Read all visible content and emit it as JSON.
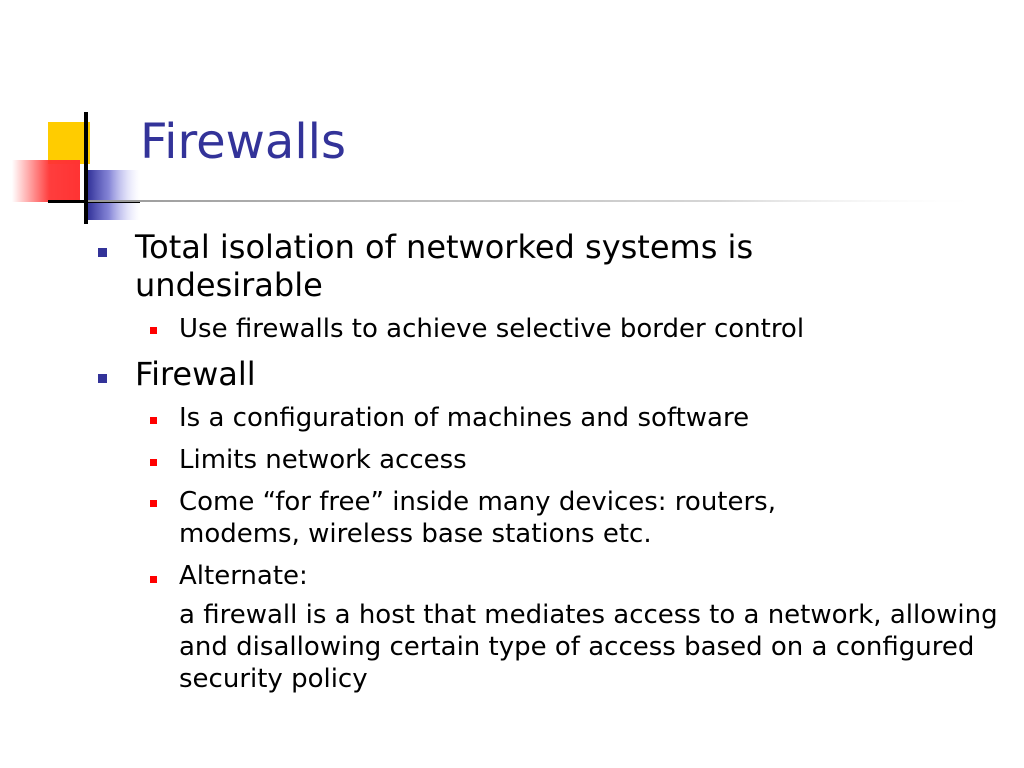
{
  "slide": {
    "title": "Firewalls",
    "colors": {
      "title": "#333399",
      "level1_bullet": "#333399",
      "level2_bullet": "#ff0000",
      "accent_yellow": "#ffcc00",
      "accent_red": "#ff3333",
      "accent_blue": "#333399"
    },
    "bullets": [
      {
        "text": "Total isolation of networked systems is undesirable",
        "children": [
          {
            "text": "Use firewalls to achieve selective border control"
          }
        ]
      },
      {
        "text": "Firewall",
        "children": [
          {
            "text": "Is a configuration of machines and software"
          },
          {
            "text": "Limits network access"
          },
          {
            "text": "Come “for free” inside many devices: routers, modems, wireless base stations etc."
          },
          {
            "text": "Alternate:"
          },
          {
            "text": "a firewall is a host that mediates access to a network, allowing and disallowing certain type of access based on a configured security policy",
            "bullet": false
          }
        ]
      }
    ]
  }
}
